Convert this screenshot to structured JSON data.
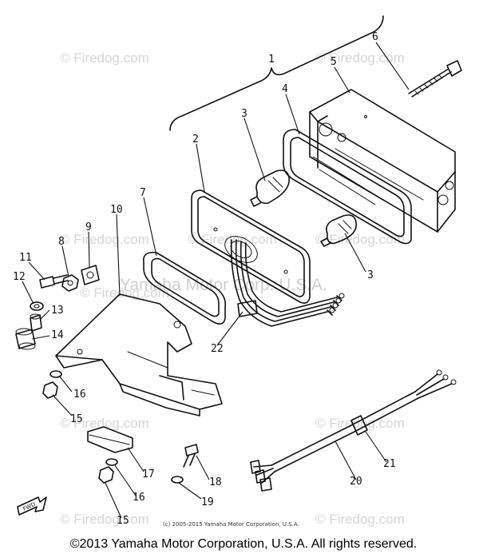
{
  "watermarks": [
    "© Firedog.com",
    "© Firedog.com",
    "© Firedog.com",
    "© Firedog.com",
    "© Firedog.com",
    "© Firedog.com",
    "© Firedog.com",
    "© Firedog.com",
    "© Firedog.com",
    "© Firedog.com"
  ],
  "center_watermark": "Yamaha Motor Corp. U.S.A.",
  "inner_copyright": "(c) 2005-2015 Yamaha Motor Corporation, U.S.A.",
  "footer": "©2013 Yamaha Motor Corporation, U.S.A. All rights reserved.",
  "fwd_label": "FWD",
  "callouts": [
    "1",
    "2",
    "3",
    "3",
    "4",
    "5",
    "6",
    "7",
    "8",
    "9",
    "10",
    "11",
    "12",
    "13",
    "14",
    "15",
    "15",
    "16",
    "16",
    "17",
    "18",
    "19",
    "20",
    "21",
    "22"
  ]
}
